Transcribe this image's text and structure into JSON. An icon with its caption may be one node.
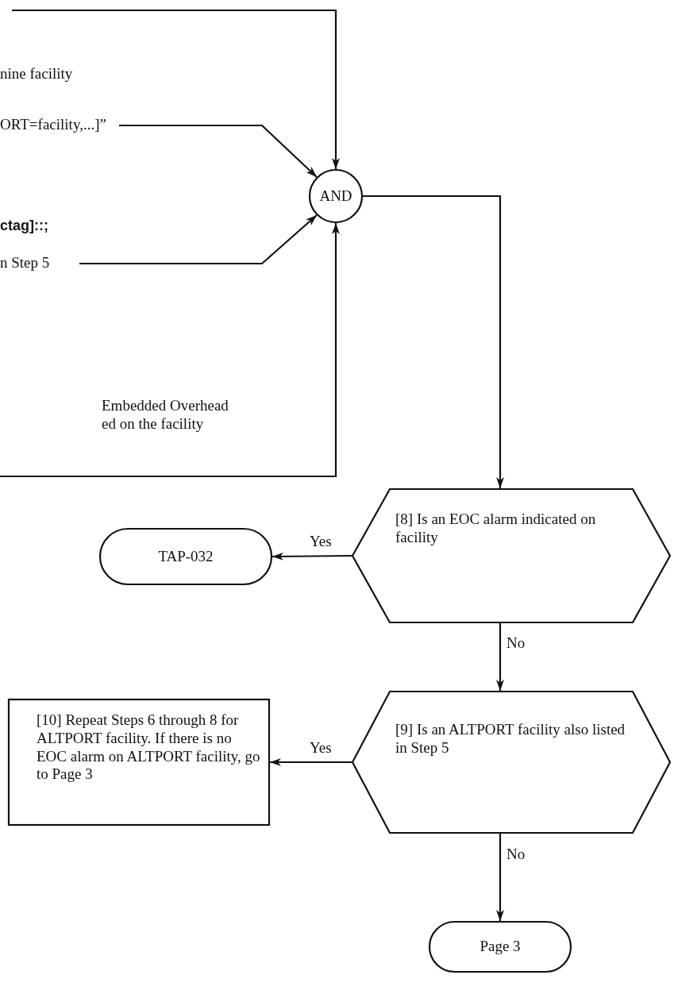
{
  "diagram": {
    "nodes": [
      {
        "text": [
          "nine facility",
          "ORT=facility,...]”"
        ]
      },
      {
        "text": [
          "ctag]::;",
          "n Step 5"
        ]
      },
      {
        "text": [
          "AND"
        ]
      },
      {
        "text": [
          "[8] Is an EOC alarm indicated on facility"
        ]
      },
      {
        "text": [
          "TAP-032"
        ]
      },
      {
        "text": [
          "[9] Is an ALTPORT facility also listed in Step 5"
        ]
      },
      {
        "text": [
          "[10] Repeat Steps 6 through 8 for ALTPORT facility. If there is no EOC alarm on ALTPORT facility, go to Page 3"
        ]
      },
      {
        "text": [
          "Page 3"
        ]
      }
    ],
    "edges": [
      {
        "from": null,
        "to": 2,
        "arrow": "to"
      },
      {
        "from": 0,
        "to": 2,
        "arrow": "to"
      },
      {
        "from": 1,
        "to": 2,
        "arrow": "to"
      },
      {
        "from": null,
        "to": 2,
        "arrow": "to"
      },
      {
        "from": 2,
        "to": 3,
        "arrow": "to"
      },
      {
        "from": 3,
        "to": 4,
        "arrow": "to",
        "label": "Yes"
      },
      {
        "from": 3,
        "to": 5,
        "arrow": "to",
        "label": "No"
      },
      {
        "from": 5,
        "to": 6,
        "arrow": "to",
        "label": "Yes"
      },
      {
        "from": 5,
        "to": 7,
        "arrow": "to",
        "label": "No"
      }
    ],
    "labels": [
      "Embedded Overhead ed on the facility"
    ]
  }
}
